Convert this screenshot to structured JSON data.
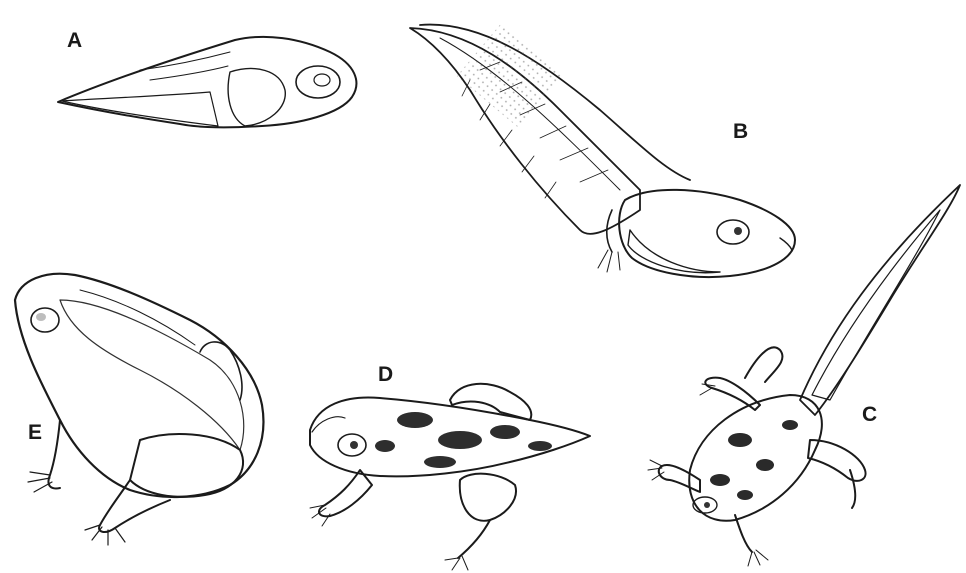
{
  "labels": {
    "a": "A",
    "b": "B",
    "c": "C",
    "d": "D",
    "e": "E"
  },
  "colors": {
    "ink": "#1b1b1b",
    "dark_skin": "#3a3a3a",
    "light_skin": "#d9d9d9",
    "background": "#ffffff"
  },
  "illustrations": [
    "tadpole-with-external-gills",
    "tadpole-with-long-tail",
    "tadpole-with-four-legs-and-tail",
    "froglet-with-short-tail",
    "adult-frog"
  ]
}
